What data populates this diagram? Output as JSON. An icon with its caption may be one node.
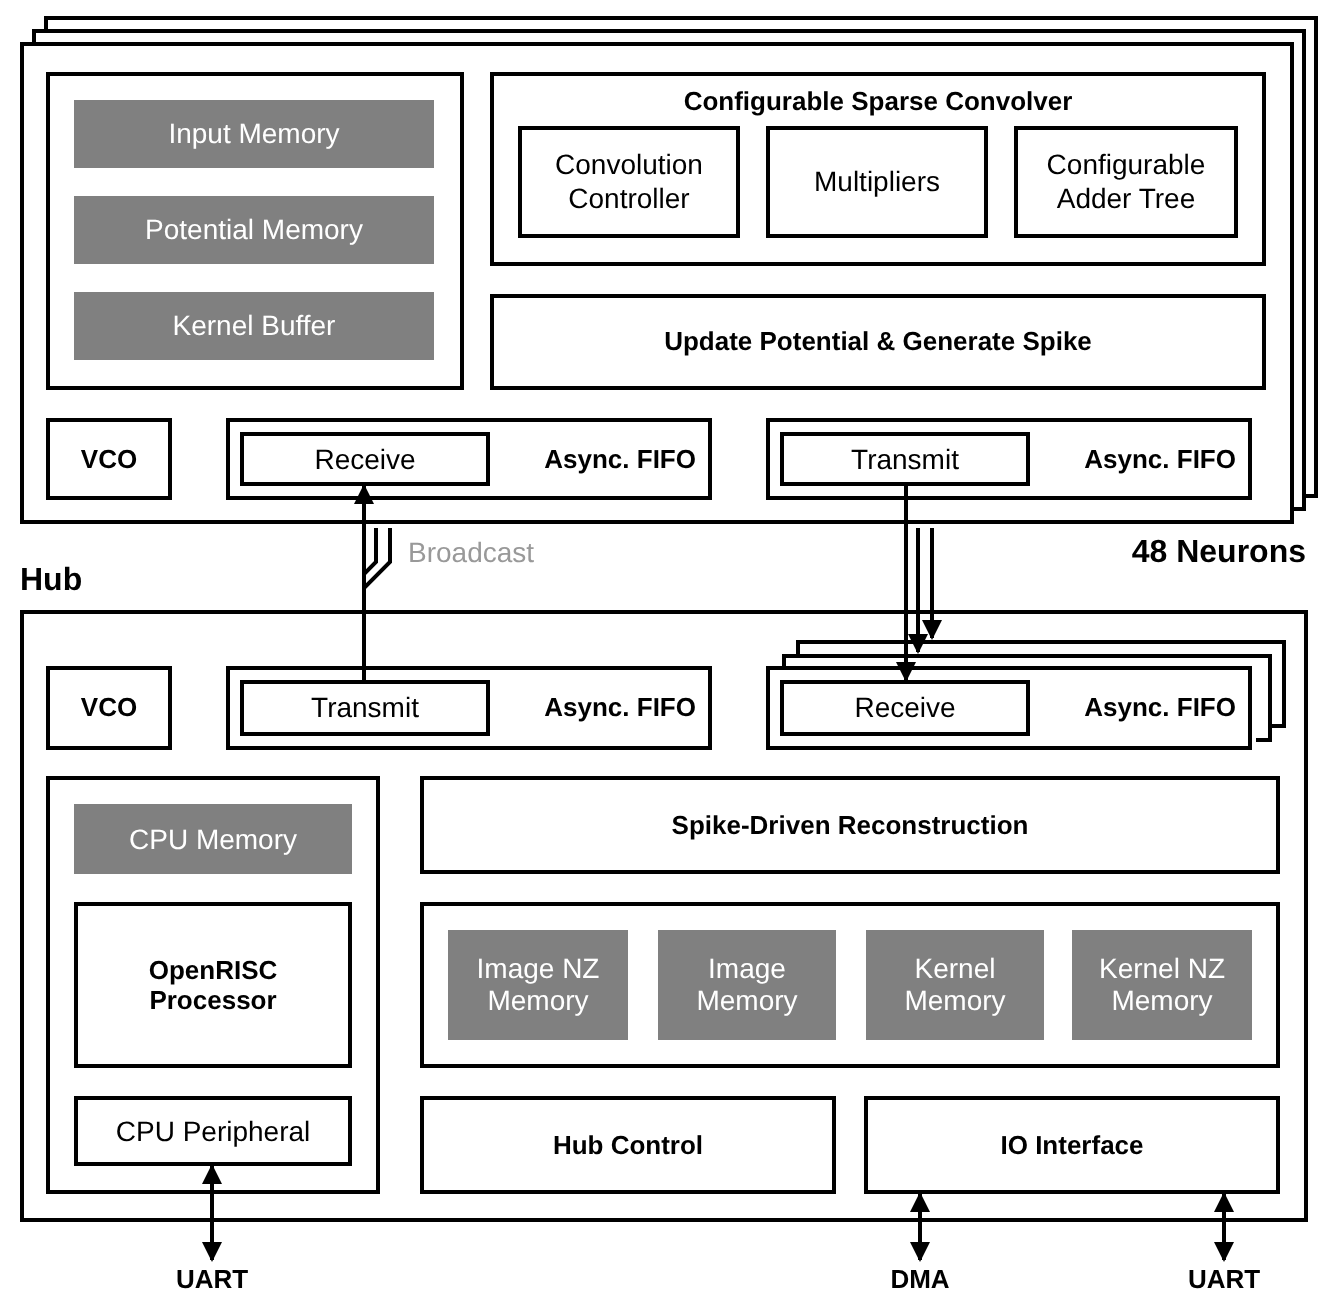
{
  "diagram": {
    "nodes": [
      {
        "text": [
          "48 Neurons"
        ]
      },
      {
        "text": [],
        "shape": "box",
        "in": 0
      },
      {
        "text": [
          "Input Memory"
        ],
        "in": 1
      },
      {
        "text": [
          "Potential Memory"
        ],
        "in": 1
      },
      {
        "text": [
          "Kernel Buffer"
        ],
        "in": 1
      },
      {
        "text": [
          "Configurable Sparse Convolver"
        ],
        "in": 0
      },
      {
        "text": [
          "Convolution Controller"
        ],
        "in": 5
      },
      {
        "text": [
          "Multipliers"
        ],
        "in": 5
      },
      {
        "text": [
          "Configurable Adder Tree"
        ],
        "in": 5
      },
      {
        "text": [
          "Update Potential & Generate Spike"
        ],
        "in": 0
      },
      {
        "text": [
          "VCO"
        ],
        "in": 0
      },
      {
        "text": [
          "Async. FIFO"
        ],
        "in": 0
      },
      {
        "text": [
          "Receive"
        ],
        "in": 11
      },
      {
        "text": [
          "Async. FIFO"
        ],
        "in": 0
      },
      {
        "text": [
          "Transmit"
        ],
        "in": 13
      },
      {
        "text": [
          "Hub"
        ]
      },
      {
        "text": [
          "VCO"
        ],
        "in": 15
      },
      {
        "text": [
          "Async. FIFO"
        ],
        "in": 15
      },
      {
        "text": [
          "Transmit"
        ],
        "in": 17
      },
      {
        "text": [
          "Async. FIFO"
        ],
        "in": 15
      },
      {
        "text": [
          "Receive"
        ],
        "in": 19
      },
      {
        "text": [],
        "shape": "box",
        "in": 15
      },
      {
        "text": [
          "CPU Memory"
        ],
        "in": 21
      },
      {
        "text": [
          "OpenRISC Processor"
        ],
        "in": 21
      },
      {
        "text": [
          "CPU Peripheral"
        ],
        "in": 21
      },
      {
        "text": [
          "Spike-Driven Reconstruction"
        ],
        "in": 15
      },
      {
        "text": [],
        "shape": "box",
        "in": 15
      },
      {
        "text": [
          "Image NZ Memory"
        ],
        "in": 26
      },
      {
        "text": [
          "Image Memory"
        ],
        "in": 26
      },
      {
        "text": [
          "Kernel Memory"
        ],
        "in": 26
      },
      {
        "text": [
          "Kernel NZ Memory"
        ],
        "in": 26
      },
      {
        "text": [
          "Hub Control"
        ],
        "in": 15
      },
      {
        "text": [
          "IO Interface"
        ],
        "in": 15
      },
      {
        "text": [
          "UART"
        ]
      },
      {
        "text": [
          "DMA"
        ]
      },
      {
        "text": [
          "UART"
        ]
      }
    ],
    "edges": [
      {
        "from": 18,
        "to": 12,
        "arrow": "to",
        "label": "Broadcast"
      },
      {
        "from": 14,
        "to": 20,
        "arrow": "to"
      },
      {
        "from": 24,
        "to": 33,
        "arrow": "both"
      },
      {
        "from": 32,
        "to": 34,
        "arrow": "both"
      },
      {
        "from": 32,
        "to": 35,
        "arrow": "both"
      },
      {
        "from": 0,
        "to": 19,
        "arrow": "to"
      },
      {
        "from": 0,
        "to": 19,
        "arrow": "to"
      },
      {
        "from": 18,
        "to": 0,
        "arrow": "none"
      },
      {
        "from": 18,
        "to": 0,
        "arrow": "none"
      }
    ]
  }
}
